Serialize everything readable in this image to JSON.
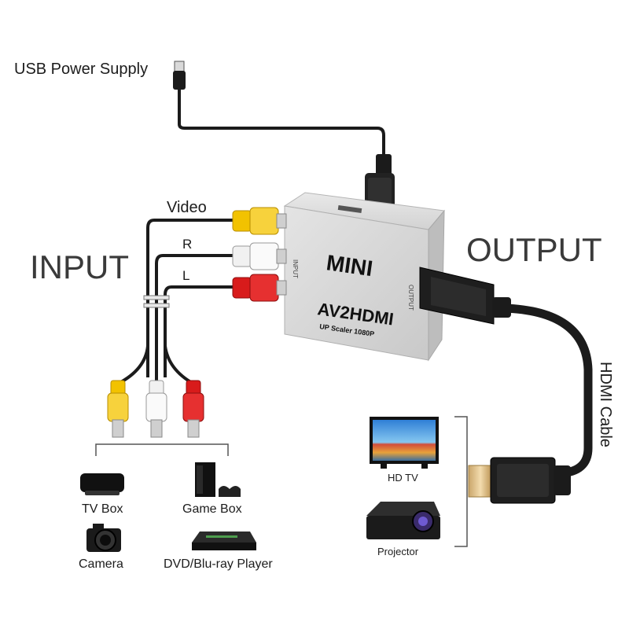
{
  "labels": {
    "usb_power": "USB Power Supply",
    "input": "INPUT",
    "output": "OUTPUT",
    "video": "Video",
    "r": "R",
    "l": "L",
    "hdmi_cable": "HDMI Cable"
  },
  "device": {
    "brand": "MINI",
    "model": "AV2HDMI",
    "subtitle": "UP Scaler 1080P",
    "input_port": "INPUT",
    "output_port": "OUTPUT"
  },
  "sources": [
    {
      "name": "TV Box",
      "icon": "tv-box-icon"
    },
    {
      "name": "Game Box",
      "icon": "game-console-icon"
    },
    {
      "name": "Camera",
      "icon": "camera-icon"
    },
    {
      "name": "DVD/Blu-ray Player",
      "icon": "dvd-player-icon"
    }
  ],
  "outputs": [
    {
      "name": "HD TV",
      "icon": "hd-tv-icon"
    },
    {
      "name": "Projector",
      "icon": "projector-icon"
    }
  ],
  "colors": {
    "video": "#f2c200",
    "audio_right": "#e21d1d",
    "audio_left": "#f5f5f5",
    "cable": "#1b1b1b",
    "converter_body": "#dcdcdc"
  }
}
